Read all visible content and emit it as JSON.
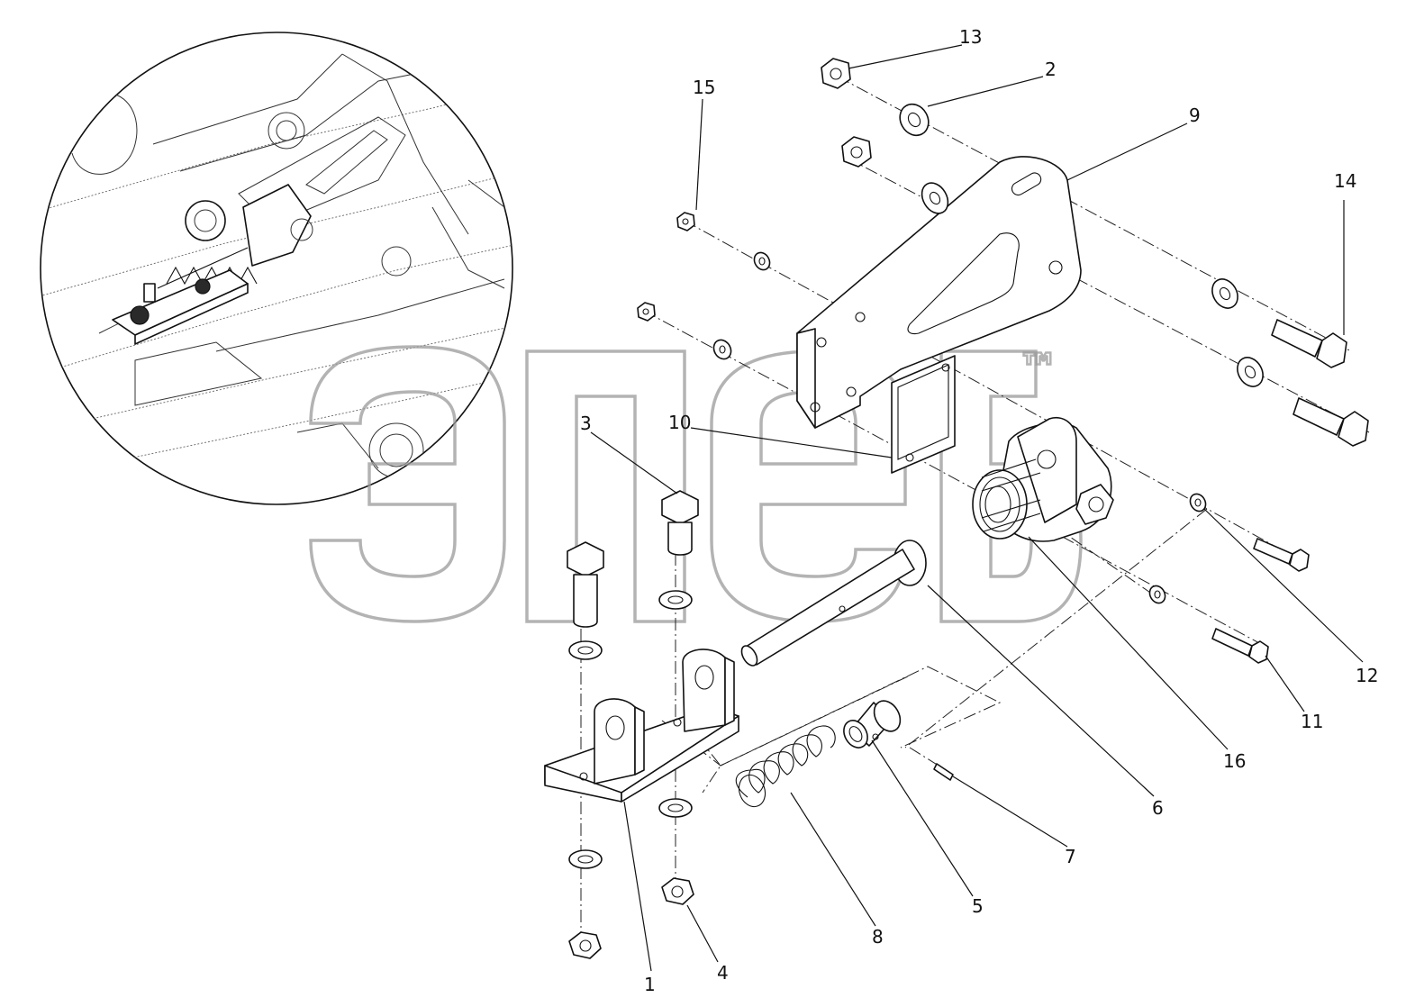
{
  "diagram": {
    "callouts": [
      {
        "id": "c1",
        "label": "1"
      },
      {
        "id": "c2",
        "label": "2"
      },
      {
        "id": "c3",
        "label": "3"
      },
      {
        "id": "c4",
        "label": "4"
      },
      {
        "id": "c5",
        "label": "5"
      },
      {
        "id": "c6",
        "label": "6"
      },
      {
        "id": "c7",
        "label": "7"
      },
      {
        "id": "c8",
        "label": "8"
      },
      {
        "id": "c9",
        "label": "9"
      },
      {
        "id": "c10",
        "label": "10"
      },
      {
        "id": "c11",
        "label": "11"
      },
      {
        "id": "c12",
        "label": "12"
      },
      {
        "id": "c13",
        "label": "13"
      },
      {
        "id": "c14",
        "label": "14"
      },
      {
        "id": "c15",
        "label": "15"
      },
      {
        "id": "c16",
        "label": "16"
      }
    ],
    "watermark": {
      "text": "элеб",
      "trademark": "™"
    },
    "line_color": "#111111",
    "watermark_color": "#9a9a9a"
  }
}
